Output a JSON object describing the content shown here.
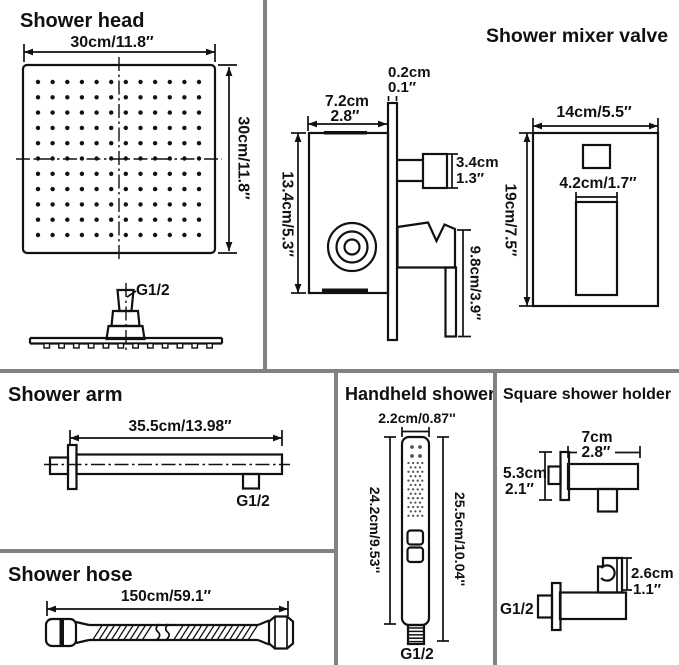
{
  "sections": {
    "shower_head": {
      "title": "Shower head",
      "width": "30cm/11.8″",
      "height": "30cm/11.8″",
      "thread": "G1/2"
    },
    "mixer_valve": {
      "title": "Shower mixer valve",
      "plate_thickness_cm": "0.2cm",
      "plate_thickness_in": "0.1″",
      "body_width_cm": "7.2cm",
      "body_width_in": "2.8″",
      "knob_size_cm": "3.4cm",
      "knob_size_in": "1.3″",
      "body_depth": "13.4cm/5.3″",
      "handle_length": "9.8cm/3.9″",
      "front_width": "14cm/5.5″",
      "front_height": "19cm/7.5″",
      "slot_width": "4.2cm/1.7″"
    },
    "shower_arm": {
      "title": "Shower arm",
      "length": "35.5cm/13.98″",
      "thread": "G1/2"
    },
    "shower_hose": {
      "title": "Shower hose",
      "length": "150cm/59.1″"
    },
    "handheld_shower": {
      "title": "Handheld shower",
      "width": "2.2cm/0.87''",
      "body_length": "24.2cm/9.53''",
      "total_length": "25.5cm/10.04''",
      "thread": "G1/2"
    },
    "square_holder": {
      "title": "Square shower holder",
      "width_cm": "7cm",
      "width_in": "2.8″",
      "height_cm": "5.3cm",
      "height_in": "2.1″",
      "clip_height_cm": "2.6cm",
      "clip_height_in": "1.1″",
      "thread": "G1/2"
    }
  },
  "colors": {
    "line": "#111111",
    "divider": "#828282",
    "background": "#ffffff"
  }
}
